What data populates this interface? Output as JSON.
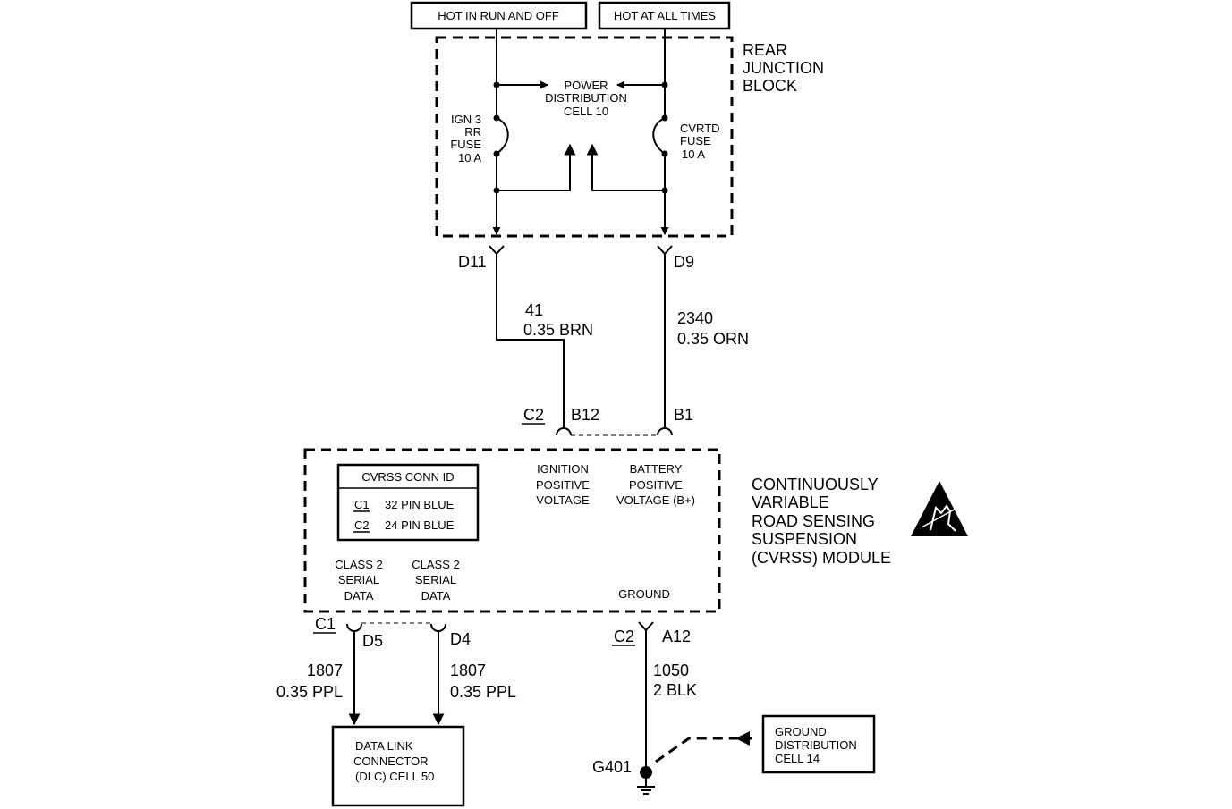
{
  "sources": {
    "hot_run_off": "HOT IN RUN AND OFF",
    "hot_all_times": "HOT AT ALL TIMES"
  },
  "rear_junction_block": {
    "label": [
      "REAR",
      "JUNCTION",
      "BLOCK"
    ],
    "power_distribution": [
      "POWER",
      "DISTRIBUTION",
      "CELL 10"
    ],
    "fuse_left": [
      "IGN 3",
      "RR",
      "FUSE",
      "10 A"
    ],
    "fuse_right": [
      "CVRTD",
      "FUSE",
      "10 A"
    ]
  },
  "connectors": {
    "d11": "D11",
    "d9": "D9",
    "c2_top": "C2",
    "b12": "B12",
    "b1": "B1",
    "c1": "C1",
    "d5": "D5",
    "d4": "D4",
    "c2_bottom": "C2",
    "a12": "A12"
  },
  "wires": {
    "w41": [
      "41",
      "0.35 BRN"
    ],
    "w2340": [
      "2340",
      "0.35 ORN"
    ],
    "w1807_left": [
      "1807",
      "0.35 PPL"
    ],
    "w1807_right": [
      "1807",
      "0.35 PPL"
    ],
    "w1050": [
      "1050",
      "2 BLK"
    ]
  },
  "module": {
    "label": [
      "CONTINUOUSLY",
      "VARIABLE",
      "ROAD SENSING",
      "SUSPENSION",
      "(CVRSS) MODULE"
    ],
    "conn_id_title": "CVRSS CONN ID",
    "conn_rows": [
      {
        "id": "C1",
        "desc": "32 PIN BLUE"
      },
      {
        "id": "C2",
        "desc": "24 PIN BLUE"
      }
    ],
    "ignition": [
      "IGNITION",
      "POSITIVE",
      "VOLTAGE"
    ],
    "battery": [
      "BATTERY",
      "POSITIVE",
      "VOLTAGE (B+)"
    ],
    "serial_left": [
      "CLASS 2",
      "SERIAL",
      "DATA"
    ],
    "serial_right": [
      "CLASS 2",
      "SERIAL",
      "DATA"
    ],
    "ground": "GROUND"
  },
  "dlc": [
    "DATA LINK",
    "CONNECTOR",
    "(DLC) CELL 50"
  ],
  "ground_point": "G401",
  "ground_distribution": [
    "GROUND",
    "DISTRIBUTION",
    "CELL 14"
  ]
}
